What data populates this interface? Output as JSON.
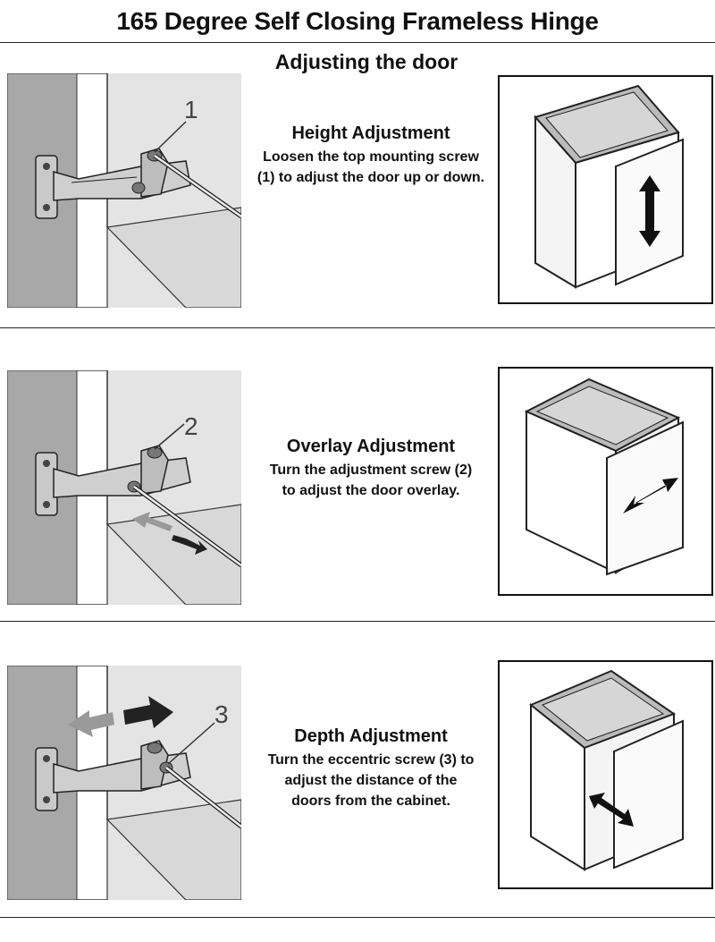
{
  "title": "165 Degree Self Closing Frameless Hinge",
  "subtitle": "Adjusting the door",
  "sections": [
    {
      "callout": "1",
      "heading": "Height Adjustment",
      "lines": [
        "Loosen the top mounting screw",
        "(1) to adjust the door up or down."
      ],
      "arrow_icon": "vertical-double-arrow-icon"
    },
    {
      "callout": "2",
      "heading": "Overlay Adjustment",
      "lines": [
        "Turn the adjustment screw (2)",
        "to adjust the door overlay."
      ],
      "arrow_icon": "diagonal-double-arrow-icon"
    },
    {
      "callout": "3",
      "heading": "Depth Adjustment",
      "lines": [
        "Turn the eccentric screw (3) to",
        "adjust the distance of the",
        "doors from the cabinet."
      ],
      "arrow_icon": "depth-double-arrow-icon"
    }
  ]
}
